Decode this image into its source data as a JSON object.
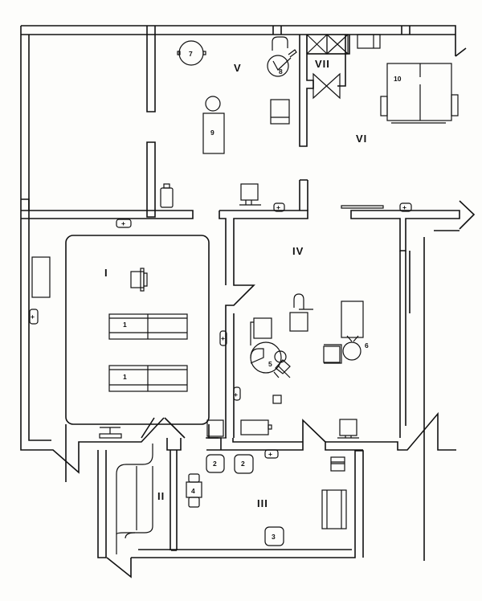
{
  "diagram": {
    "type": "floor-plan",
    "rooms": [
      {
        "id": "I",
        "label": "I"
      },
      {
        "id": "II",
        "label": "II"
      },
      {
        "id": "III",
        "label": "III"
      },
      {
        "id": "IV",
        "label": "IV"
      },
      {
        "id": "V",
        "label": "V"
      },
      {
        "id": "VI",
        "label": "VI"
      },
      {
        "id": "VII",
        "label": "VII"
      }
    ],
    "equipment": [
      {
        "id": "1a",
        "label": "1"
      },
      {
        "id": "1b",
        "label": "1"
      },
      {
        "id": "2a",
        "label": "2"
      },
      {
        "id": "2b",
        "label": "2"
      },
      {
        "id": "3",
        "label": "3"
      },
      {
        "id": "4",
        "label": "4"
      },
      {
        "id": "5",
        "label": "5"
      },
      {
        "id": "6",
        "label": "6"
      },
      {
        "id": "7",
        "label": "7"
      },
      {
        "id": "8",
        "label": "8"
      },
      {
        "id": "9",
        "label": "9"
      },
      {
        "id": "10",
        "label": "10"
      }
    ],
    "outlet_symbol": "+",
    "colors": {
      "line": "#111111",
      "background": "#fdfdfb"
    }
  }
}
